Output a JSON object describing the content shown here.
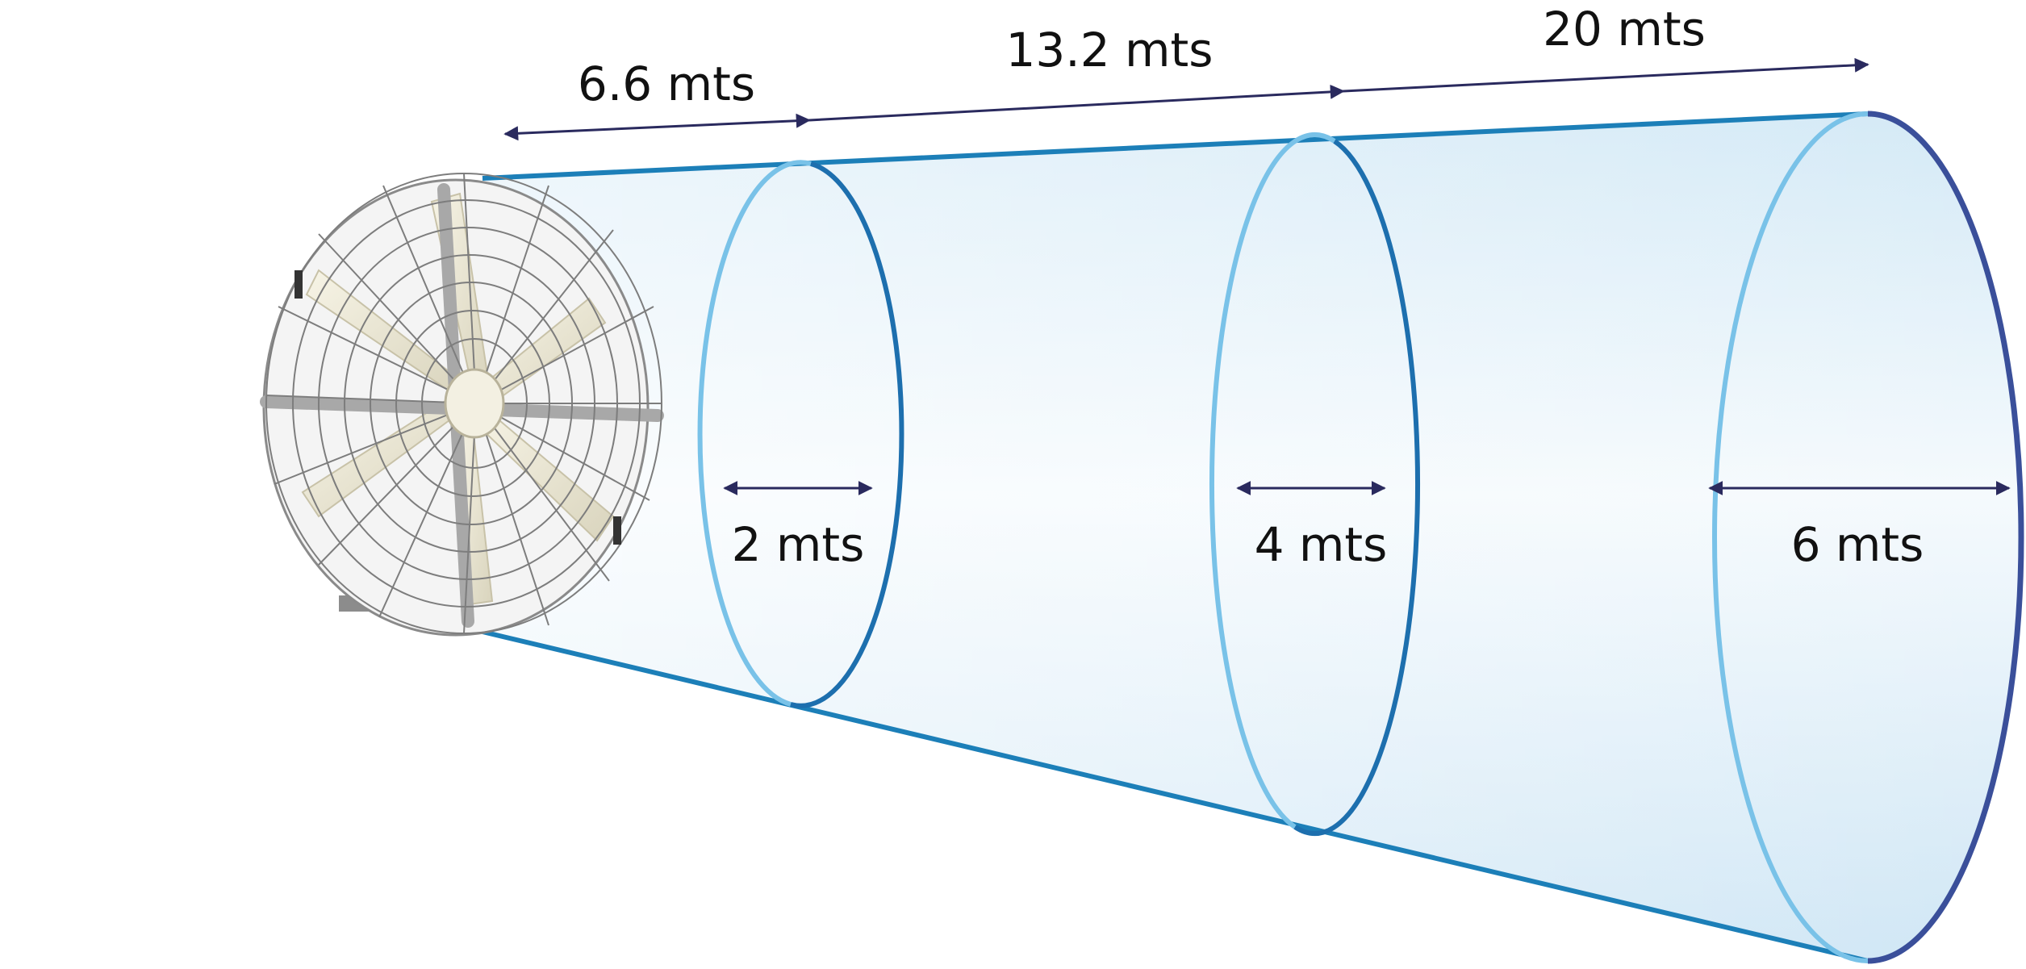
{
  "diagram": {
    "distance_labels": [
      "6.6 mts",
      "13.2 mts",
      "20 mts"
    ],
    "diameter_labels": [
      "2 mts",
      "4 mts",
      "6 mts"
    ]
  },
  "colors": {
    "arrow": "#2a2a5e",
    "cone_outline": "#1c7fb8",
    "cone_fill_light": "#f2f8fc",
    "cone_fill_mid": "#d6ebf7",
    "ring_inner": "#79c2e8",
    "ring_outer": "#1d6fae",
    "ring_last_outer": "#3a4f9a",
    "fan_guard": "#8a8a8a",
    "fan_blade": "#ece8d6",
    "fan_hub": "#f3f0e2"
  },
  "icons": [
    "industrial-fan-icon"
  ]
}
